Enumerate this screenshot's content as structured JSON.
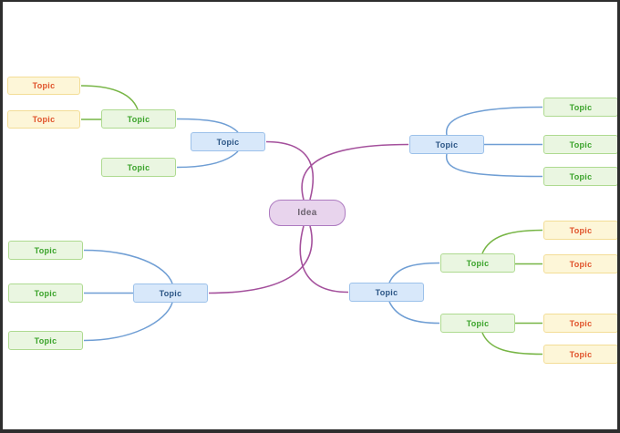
{
  "diagram_type": "mind-map",
  "palette": {
    "canvas_bg": "#ffffff",
    "frame_border": "#2e2e2e",
    "edge_purple": "#a4509c",
    "edge_blue": "#6f9ed4",
    "edge_green": "#77b545",
    "node_center_fill": "#e8d4ed",
    "node_center_border": "#ad7ac0",
    "node_center_text": "#6d6370",
    "node_main_fill": "#d8e8fa",
    "node_main_border": "#9cc1ea",
    "node_main_text": "#2a5484",
    "node_sub_fill": "#eaf6e1",
    "node_sub_border": "#aeda90",
    "node_sub_text": "#3aa32a",
    "node_leaf_fill": "#fdf6d8",
    "node_leaf_border": "#f3dd96",
    "node_leaf_text": "#e0522a"
  },
  "nodes": {
    "center": "Idea",
    "tl_main": "Topic",
    "tl_sub1": "Topic",
    "tl_sub2": "Topic",
    "tl_leaf1": "Topic",
    "tl_leaf2": "Topic",
    "tr_main": "Topic",
    "tr_sub1": "Topic",
    "tr_sub2": "Topic",
    "tr_sub3": "Topic",
    "bl_main": "Topic",
    "bl_sub1": "Topic",
    "bl_sub2": "Topic",
    "bl_sub3": "Topic",
    "br_main": "Topic",
    "br_sub1": "Topic",
    "br_sub2": "Topic",
    "br_leaf1": "Topic",
    "br_leaf2": "Topic",
    "br_leaf3": "Topic",
    "br_leaf4": "Topic"
  }
}
